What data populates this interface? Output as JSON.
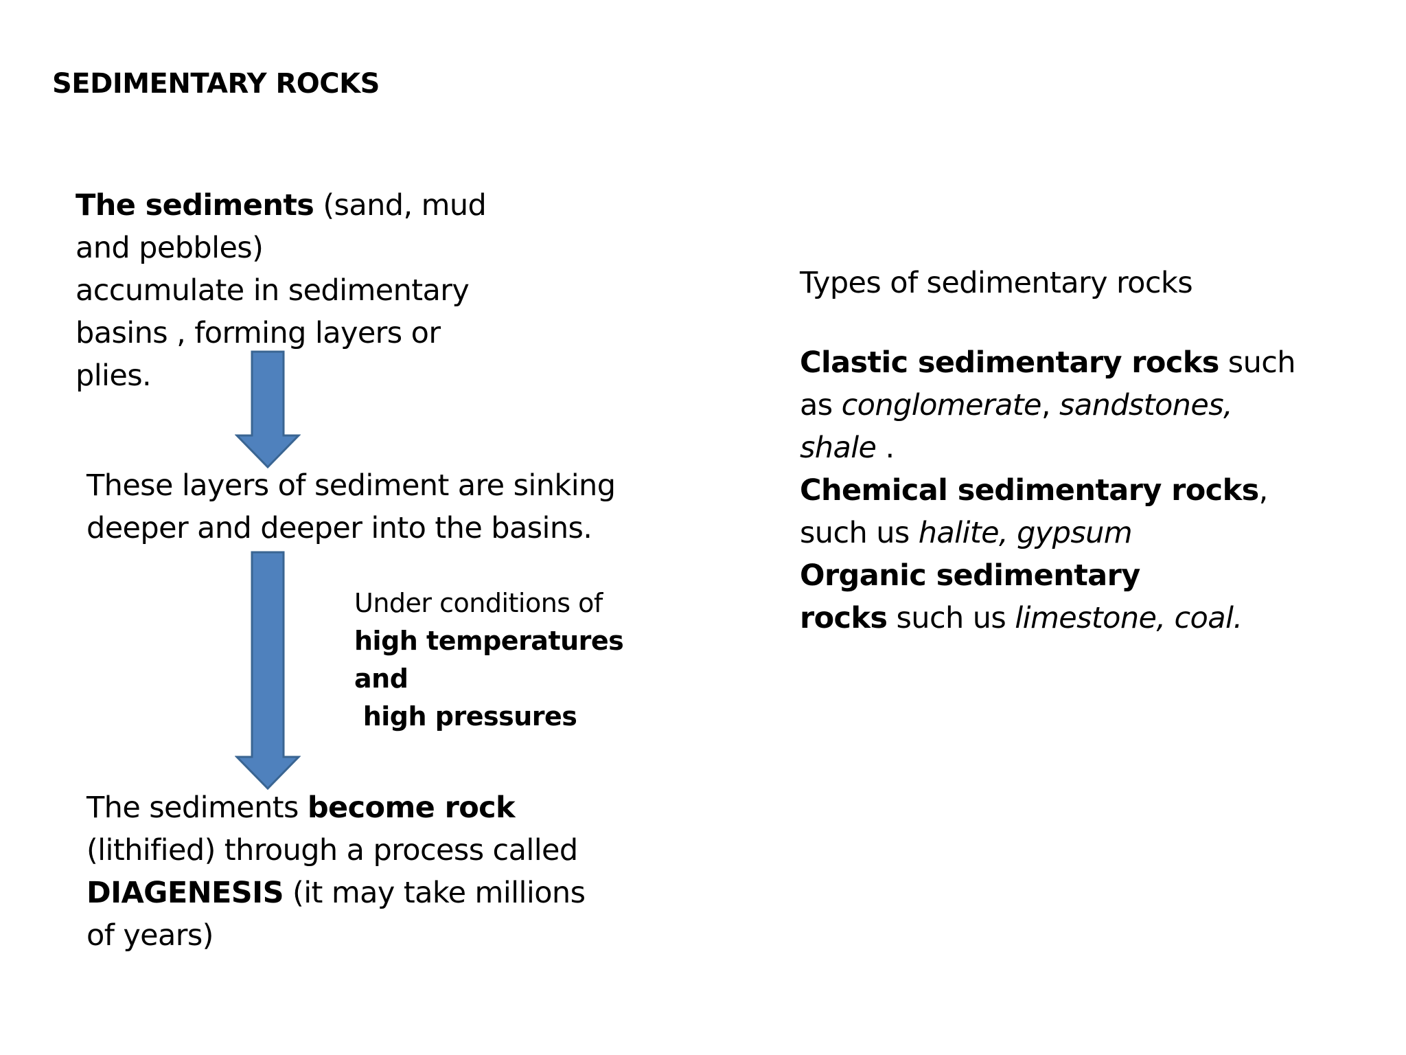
{
  "title": "SEDIMENTARY ROCKS",
  "flow": {
    "step1": {
      "bold": "The sediments",
      "line1_rest": " (sand, mud",
      "line2": "and pebbles)",
      "line3": "accumulate in sedimentary",
      "line4": "basins , forming layers or",
      "line5": "plies."
    },
    "step2": {
      "line1": "These layers of sediment are sinking",
      "line2": "deeper and deeper into the basins."
    },
    "conditions": {
      "line1": "Under conditions of",
      "line2": "high temperatures",
      "line3": "and",
      "line4": " high pressures"
    },
    "step3": {
      "line1_a": "The sediments ",
      "line1_b": "become rock",
      "line2": "(lithified) through a process called",
      "line3_a": "DIAGENESIS",
      "line3_b": " (it may take millions",
      "line4": "of years)"
    }
  },
  "types": {
    "heading": "Types of sedimentary rocks",
    "clastic": {
      "bold": "Clastic sedimentary rocks",
      "rest": " such",
      "as": "as ",
      "ex1": "conglomerate",
      "comma": ", ",
      "ex2": "sandstones,",
      "ex3": "shale",
      "end": " ."
    },
    "chemical": {
      "bold": "Chemical sedimentary rocks",
      "comma": ",",
      "such": "such us ",
      "examples": "halite, gypsum"
    },
    "organic": {
      "bold_line1": "Organic sedimentary",
      "bold_line2": "rocks",
      "such": " such us ",
      "examples": "limestone, coal."
    }
  },
  "colors": {
    "arrow_fill": "#4F81BD",
    "arrow_stroke": "#3A6592",
    "text": "#000000",
    "background": "#FFFFFF"
  },
  "icons": [
    "arrow-down-icon",
    "arrow-down-icon"
  ]
}
